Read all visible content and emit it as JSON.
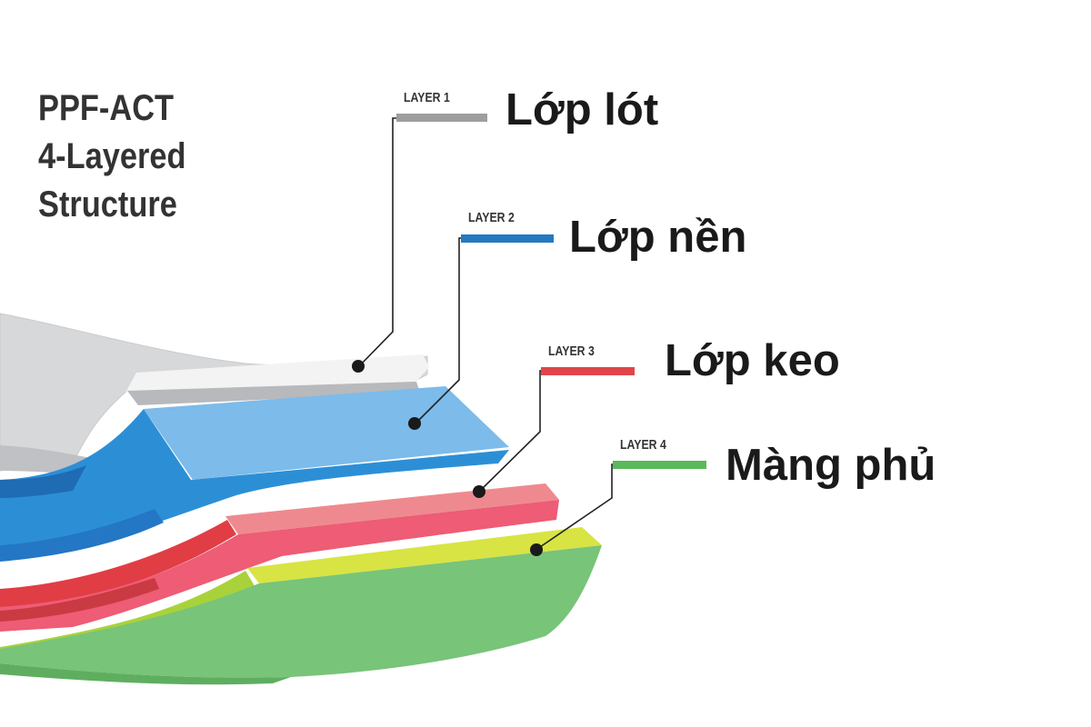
{
  "title": {
    "line1": "PPF-ACT",
    "line2": "4-Layered",
    "line3": "Structure"
  },
  "layers": [
    {
      "tag": "LAYER 1",
      "name": "Lớp lót",
      "color": "#9e9e9e",
      "fill": "#f2f2f2"
    },
    {
      "tag": "LAYER 2",
      "name": "Lớp nền",
      "color": "#2479c0",
      "fill": "#7dbbe9"
    },
    {
      "tag": "LAYER 3",
      "name": "Lớp keo",
      "color": "#e04549",
      "fill": "#ec6a78"
    },
    {
      "tag": "LAYER 4",
      "name": "Màng phủ",
      "color": "#5ab95a",
      "fill": "#77c378"
    }
  ]
}
